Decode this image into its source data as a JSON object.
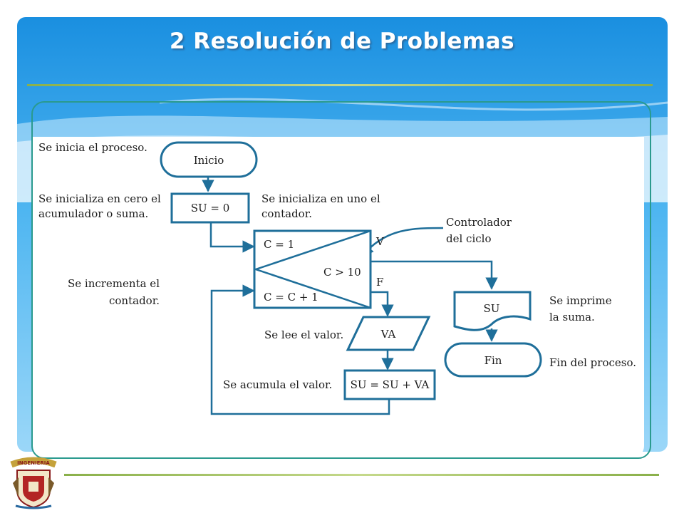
{
  "slide": {
    "title": "2 Resolución de Problemas",
    "accent_color": "#1f6f9a",
    "header_color": "#1a8fe0",
    "logo_text": "INGENIERIA",
    "logo_icon": "ingenieria-shield-icon"
  },
  "flowchart": {
    "nodes": {
      "inicio": "Inicio",
      "su_init": "SU = 0",
      "c_init": "C = 1",
      "cond": "C > 10",
      "c_inc": "C = C + 1",
      "read_va": "VA",
      "accum": "SU = SU + VA",
      "print_su": "SU",
      "fin": "Fin"
    },
    "branch_labels": {
      "true": "V",
      "false": "F"
    },
    "annotations": {
      "start": "Se inicia el proceso.",
      "su_init_1": "Se inicializa en cero el",
      "su_init_2": "acumulador o suma.",
      "c_init_1": "Se inicializa en uno el",
      "c_init_2": "contador.",
      "controller_1": "Controlador",
      "controller_2": "del ciclo",
      "increment_1": "Se incrementa el",
      "increment_2": "contador.",
      "read": "Se lee el valor.",
      "accumulate": "Se acumula el valor.",
      "print_1": "Se imprime",
      "print_2": "la suma.",
      "end": "Fin del proceso."
    }
  }
}
